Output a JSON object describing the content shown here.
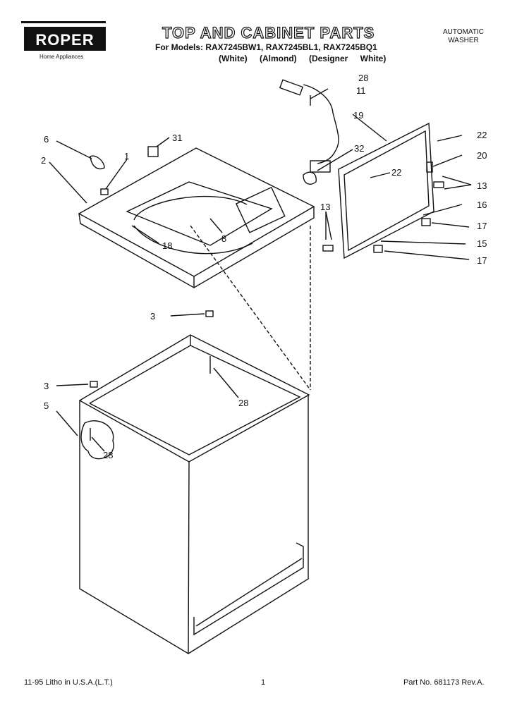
{
  "header": {
    "brand": "ROPER",
    "brand_sub": "Home Appliances",
    "title": "TOP AND CABINET PARTS",
    "models_line": "For Models: RAX7245BW1, RAX7245BL1, RAX7245BQ1",
    "colors_line": "(White) (Almond) (Designer White)",
    "product_line1": "AUTOMATIC",
    "product_line2": "WASHER"
  },
  "callouts": {
    "c28_top": "28",
    "c11": "11",
    "c19": "19",
    "c22a": "22",
    "c6": "6",
    "c31": "31",
    "c1": "1",
    "c20": "20",
    "c32": "32",
    "c2": "2",
    "c22b": "22",
    "c13a": "13",
    "c16": "16",
    "c13b": "13",
    "c17a": "17",
    "c8": "8",
    "c18": "18",
    "c15": "15",
    "c17b": "17",
    "c3a": "3",
    "c28_mid": "28",
    "c3b": "3",
    "c5": "5",
    "c28_low": "28"
  },
  "footer": {
    "print_info": "11-95 Litho in U.S.A.(L.T.)",
    "page_number": "1",
    "part_number": "Part No. 681173 Rev.A."
  }
}
